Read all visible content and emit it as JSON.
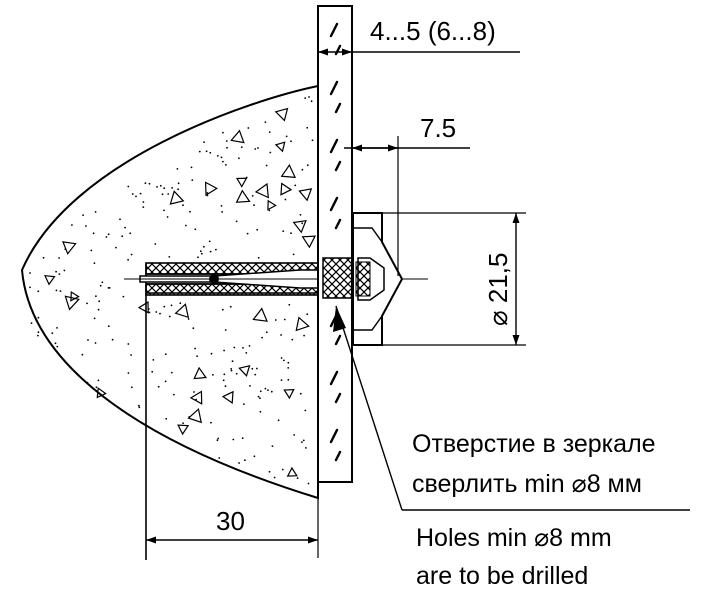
{
  "drawing": {
    "dimensions": {
      "glass_thickness": "4...5 (6...8)",
      "head_offset": "7.5",
      "head_diameter": "⌀ 21,5",
      "embed_depth": "30"
    },
    "note_ru": {
      "line1": "Отверстие в зеркале",
      "line2": "сверлить min ⌀8 мм"
    },
    "note_en": {
      "line1": "Holes min ⌀8 mm",
      "line2": "are to be drilled"
    }
  }
}
